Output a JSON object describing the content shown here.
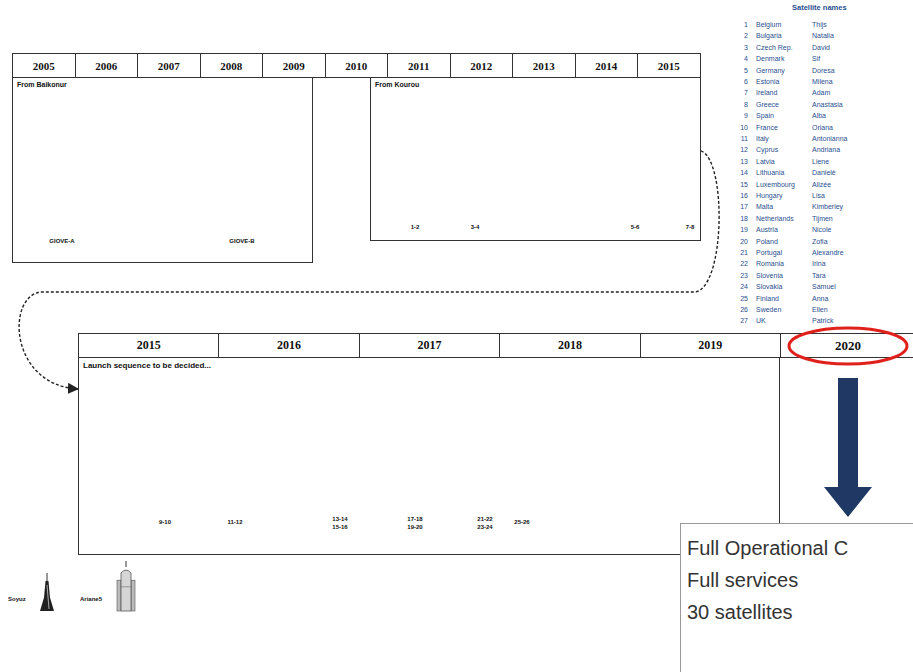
{
  "diagram": {
    "nodes": [
      {
        "text": [
          "From Baikonur"
        ]
      },
      {
        "text": [
          "From Kourou"
        ]
      },
      {
        "text": [
          "Launch sequence to be decided..."
        ]
      },
      {
        "text": [
          "2020"
        ]
      },
      {
        "text": [
          "Full Operational C",
          "Full services",
          "30 satellites"
        ]
      }
    ],
    "edges": [
      {
        "from": 1,
        "to": 2,
        "arrow": "to"
      },
      {
        "from": 3,
        "to": 4,
        "arrow": "to"
      }
    ],
    "labels": [
      "2005",
      "2006",
      "2007",
      "2008",
      "2009",
      "2010",
      "2011",
      "2012",
      "2013",
      "2014",
      "2015",
      "2015",
      "2016",
      "2017",
      "2018",
      "2019",
      "GIOVE-A",
      "GIOVE-B",
      "1-2",
      "3-4",
      "5-6",
      "7-8",
      "9-10",
      "11-12",
      "13-14",
      "15-16",
      "17-18",
      "19-20",
      "21-22",
      "23-24",
      "25-26",
      "Satellite names",
      "1",
      "Belgium",
      "Thijs",
      "2",
      "Bulgaria",
      "Natalia",
      "3",
      "Czech Rep.",
      "David",
      "4",
      "Denmark",
      "Sif",
      "5",
      "Germany",
      "Doresa",
      "6",
      "Estonia",
      "Milena",
      "7",
      "Ireland",
      "Adam",
      "8",
      "Greece",
      "Anastasia",
      "9",
      "Spain",
      "Alba",
      "10",
      "France",
      "Oriana",
      "11",
      "Italy",
      "Antonianna",
      "12",
      "Cyprus",
      "Andriana",
      "13",
      "Latvia",
      "Liene",
      "14",
      "Lithuania",
      "Danielė",
      "15",
      "Luxembourg",
      "Alizée",
      "16",
      "Hungary",
      "Lisa",
      "17",
      "Malta",
      "Kimberley",
      "18",
      "Netherlands",
      "Tijmen",
      "19",
      "Austria",
      "Nicole",
      "20",
      "Poland",
      "Zofia",
      "21",
      "Portugal",
      "Alexandre",
      "22",
      "Romania",
      "Irina",
      "23",
      "Slovenia",
      "Tara",
      "24",
      "Slovakia",
      "Samuel",
      "25",
      "Finland",
      "Anna",
      "26",
      "Sweden",
      "Ellen",
      "27",
      "UK",
      "Patrick"
    ],
    "legend": [
      {
        "text": "Soyuz"
      },
      {
        "text": "Ariane5"
      }
    ]
  }
}
